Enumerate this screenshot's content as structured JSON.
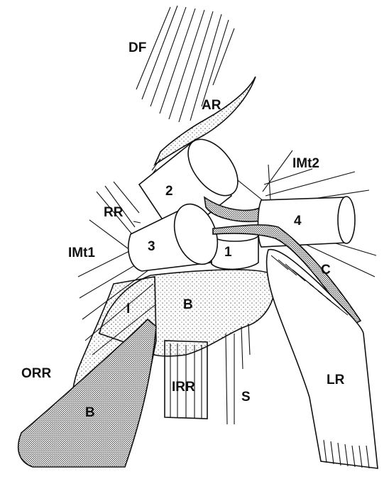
{
  "labels": {
    "df": "DF",
    "ar": "AR",
    "imt2": "IMt2",
    "rr": "RR",
    "imt1": "IMt1",
    "c": "C",
    "i": "I",
    "b_upper": "B",
    "orr": "ORR",
    "b_lower": "B",
    "irr": "IRR",
    "s": "S",
    "lr": "LR",
    "n1": "1",
    "n2": "2",
    "n3": "3",
    "n4": "4"
  },
  "colors": {
    "ink": "#111111",
    "paper": "#ffffff"
  }
}
